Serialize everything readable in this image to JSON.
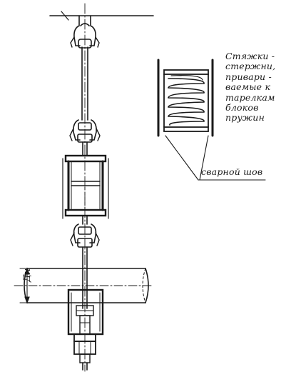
{
  "annotations": {
    "spring_note_lines": [
      "Стяжки -",
      "стержни,",
      "привари -",
      "ваемые к",
      "тарелкам",
      "блоков",
      "пружин"
    ],
    "weld_label": "сварной шов",
    "diameter_label": "Дн"
  }
}
